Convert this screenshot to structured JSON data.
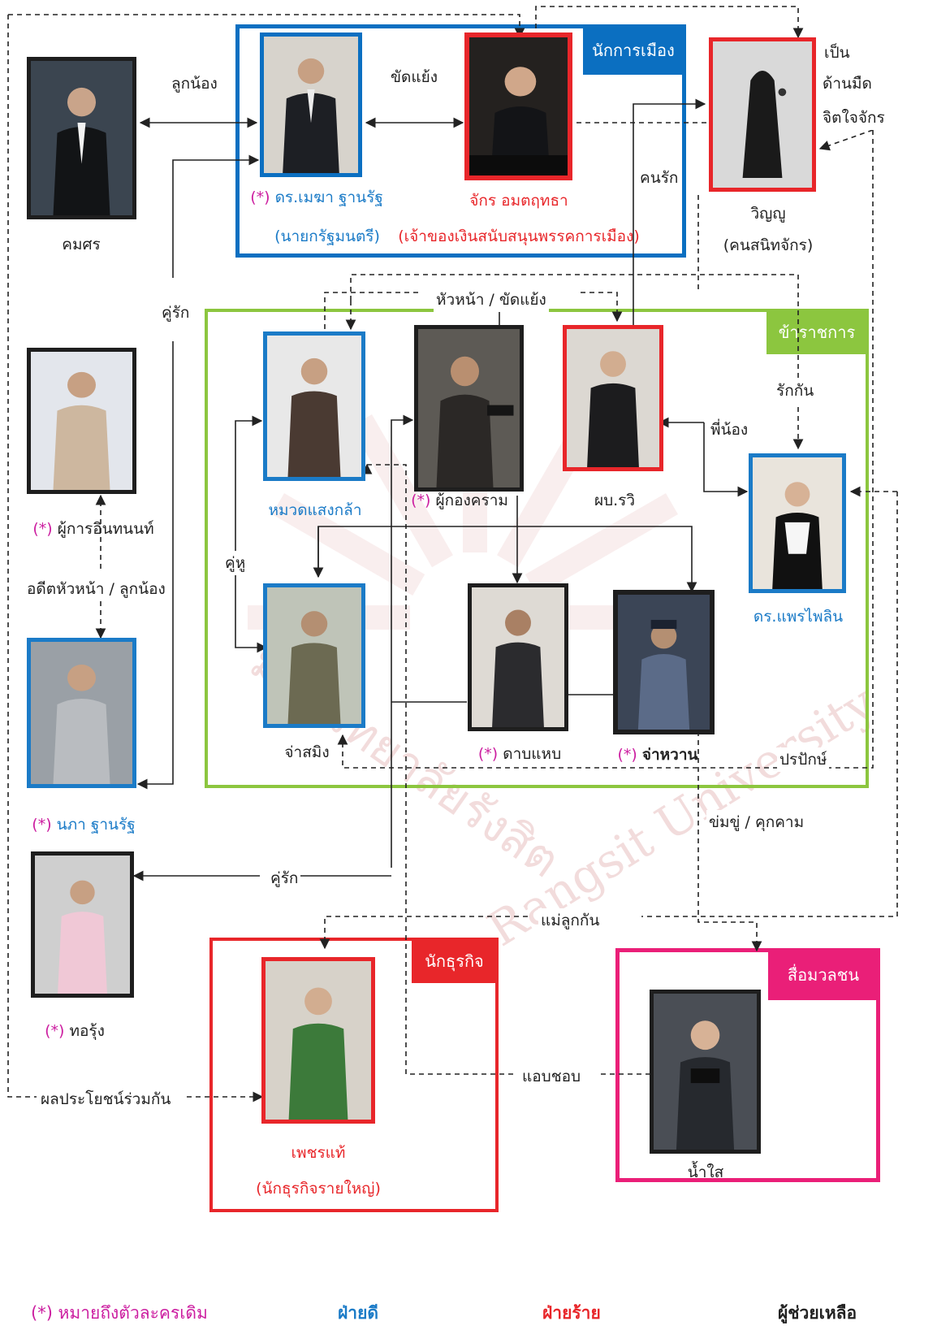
{
  "groups": {
    "politicians": {
      "label": "นักการเมือง",
      "color": "#0b6fc1"
    },
    "officials": {
      "label": "ข้าราชการ",
      "color": "#8cc63f"
    },
    "business": {
      "label": "นักธุรกิจ",
      "color": "#e8262a"
    },
    "media": {
      "label": "สื่อมวลชน",
      "color": "#ea1f78"
    }
  },
  "characters": {
    "khomsorn": {
      "name": "คมศร"
    },
    "mesa": {
      "mark": "(*)",
      "name": "ดร.เมฆา ฐานรัฐ",
      "role": "(นายกรัฐมนตรี)"
    },
    "jak": {
      "name": "จักร อมตฤทธา",
      "role": "(เจ้าของเงินสนับสนุนพรรคการเมือง)"
    },
    "winyu": {
      "name": "วิญญู",
      "role": "(คนสนิทจักร)"
    },
    "inthanon": {
      "mark": "(*)",
      "name": "ผู้การอินทนนท์"
    },
    "napa": {
      "mark": "(*)",
      "name": "นภา ฐานรัฐ"
    },
    "thorung": {
      "mark": "(*)",
      "name": "ทอรุ้ง"
    },
    "muad": {
      "name": "หมวดแสงกล้า"
    },
    "phukong": {
      "mark": "(*)",
      "name": "ผู้กองคราม"
    },
    "ravi": {
      "name": "ผบ.รวิ"
    },
    "praephailin": {
      "name": "ดร.แพรไพลิน"
    },
    "jasaming": {
      "name": "จ่าสมิง"
    },
    "dabhaep": {
      "mark": "(*)",
      "name": "ดาบแหบ"
    },
    "jawan": {
      "mark": "(*)",
      "name": "จ่าหวาน"
    },
    "petchtae": {
      "name": "เพชรแท้",
      "role": "(นักธุรกิจรายใหญ่)"
    },
    "namsai": {
      "name": "น้ำใส"
    }
  },
  "relations": {
    "subordinate": "ลูกน้อง",
    "conflict": "ขัดแย้ง",
    "dark_side": [
      "เป็น",
      "ด้านมืด",
      "จิตใจจักร"
    ],
    "lover": "คนรัก",
    "partner_left": "คู่รัก",
    "boss_conflict": "หัวหน้า / ขัดแย้ง",
    "love_each_other": "รักกัน",
    "siblings": "พี่น้อง",
    "partner_muad": "คู่หู",
    "ex_boss": "อดีตหัวหน้า / ลูกน้อง",
    "partner_thorung": "คู่รัก",
    "prapak": "ปรปักษ์",
    "threat": "ข่มขู่ / คุกคาม",
    "mother_child": "แม่ลูกกัน",
    "secret_crush": "แอบชอบ",
    "shared_interest": "ผลประโยชน์ร่วมกัน"
  },
  "legend": {
    "original": "(*) หมายถึงตัวละครเดิม",
    "good": "ฝ่ายดี",
    "evil": "ฝ่ายร้าย",
    "helper": "ผู้ช่วยเหลือ"
  },
  "watermark": {
    "thai": "มหาวิทยาลัยรังสิต",
    "english": "Rangsit University"
  },
  "colors": {
    "good": "#1b7bc7",
    "evil": "#e8262a",
    "helper": "#222222",
    "mark": "#cc1ea0"
  }
}
